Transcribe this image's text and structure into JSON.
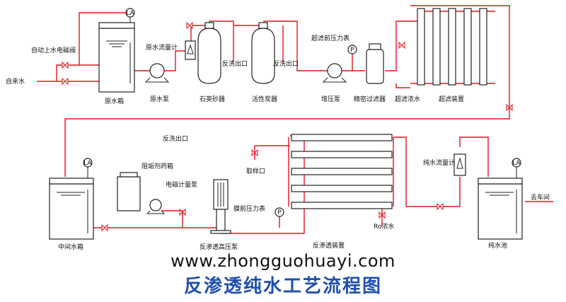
{
  "labels": {
    "auto_valve": "自动上水电磁阀",
    "tap_water": "自来水",
    "raw_tank": "原水箱",
    "raw_flowmeter": "原水流量计",
    "raw_pump": "原水泵",
    "backwash_outlet_1": "反洗出口",
    "backwash_outlet_2": "反洗出口",
    "sand_filter": "石英砂器",
    "carbon_filter": "活性炭器",
    "uf_pressure_gauge": "超滤前压力表",
    "booster_pump": "增压泵",
    "precision_filter": "精密过滤器",
    "uf_concentrate": "超滤浓水",
    "uf_unit": "超滤装置",
    "backwash_outlet_3": "反洗出口",
    "scale_inhibitor_tank": "阻垢剂药箱",
    "dosing_pump": "电磁计量泵",
    "membrane_pressure_gauge": "膜前压力表",
    "sampling_port": "取样口",
    "pure_flowmeter": "纯水流量计",
    "to_workshop": "去车间",
    "ro_concentrate": "Ro浓水",
    "intermediate_tank": "中间水箱",
    "ro_hp_pump": "反渗透高压泵",
    "ro_unit": "反渗透装置",
    "pure_tank": "纯水池",
    "la": "LA",
    "gauge_p": "P"
  },
  "website": "www.zhongguohuayi.com",
  "title": "反渗透纯水工艺流程图",
  "colors": {
    "pipe": "#e0161b",
    "equipment": "#222222",
    "title": "#1f4fb0"
  }
}
